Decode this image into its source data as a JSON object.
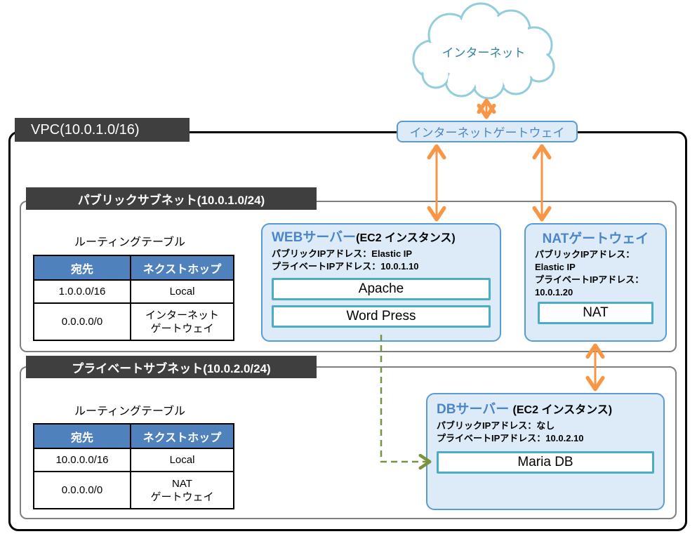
{
  "colors": {
    "accent_blue": "#4a86c8",
    "box_fill": "#dcebf7",
    "box_border": "#5b9bd5",
    "inner_border": "#4bacc6",
    "table_header_bg": "#4f81bd",
    "label_bg": "#3f3f3f",
    "subnet_border": "#7f7f7f",
    "arrow_orange": "#f79646",
    "arrow_green": "#77933c",
    "cloud_stroke": "#92cddc",
    "cloud_text": "#31849b"
  },
  "cloud": {
    "label": "インターネット"
  },
  "internet_gateway": {
    "label": "インターネットゲートウェイ"
  },
  "vpc": {
    "label": "VPC(10.0.1.0/16)"
  },
  "public_subnet": {
    "label": "パブリックサブネット(10.0.1.0/24)",
    "routing_table": {
      "title": "ルーティングテーブル",
      "headers": [
        "宛先",
        "ネクストホップ"
      ],
      "rows": [
        [
          "1.0.0.0/16",
          "Local"
        ],
        [
          "0.0.0.0/0",
          "インターネット\nゲートウェイ"
        ]
      ]
    },
    "web_server": {
      "title": "WEBサーバー",
      "title_suffix": "(EC2 インスタンス)",
      "public_ip_line": "パブリックIPアドレス：Elastic IP",
      "private_ip_line": "プライベートIPアドレス：10.0.1.10",
      "components": [
        "Apache",
        "Word Press"
      ]
    },
    "nat_gateway": {
      "title": "NATゲートウェイ",
      "public_ip_label": "パブリックIPアドレス：",
      "public_ip_value": "Elastic IP",
      "private_ip_label": "プライベートIPアドレス：",
      "private_ip_value": "10.0.1.20",
      "components": [
        "NAT"
      ]
    }
  },
  "private_subnet": {
    "label": "プライベートサブネット(10.0.2.0/24)",
    "routing_table": {
      "title": "ルーティングテーブル",
      "headers": [
        "宛先",
        "ネクストホップ"
      ],
      "rows": [
        [
          "10.0.0.0/16",
          "Local"
        ],
        [
          "0.0.0.0/0",
          "NAT\nゲートウェイ"
        ]
      ]
    },
    "db_server": {
      "title": "DBサーバー",
      "title_suffix": "(EC2 インスタンス)",
      "public_ip_line": "パブリックIPアドレス：なし",
      "private_ip_line": "プライベートIPアドレス：10.0.2.10",
      "components": [
        "Maria DB"
      ]
    }
  }
}
